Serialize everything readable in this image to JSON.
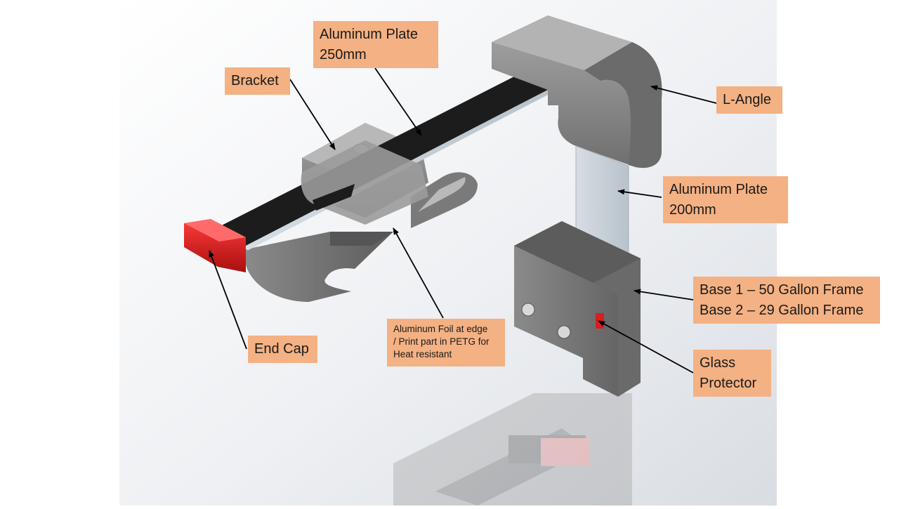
{
  "labels": {
    "aluminum_plate_250": "Aluminum Plate\n250mm",
    "bracket": "Bracket",
    "l_angle": "L-Angle",
    "aluminum_plate_200": "Aluminum Plate\n200mm",
    "base": "Base 1 – 50 Gallon Frame\nBase 2 – 29 Gallon Frame",
    "glass_protector": "Glass\nProtector",
    "end_cap": "End Cap",
    "aluminum_foil_note": "Aluminum  Foil at edge\n/ Print part in PETG for\nHeat resistant"
  },
  "colors": {
    "label_fill": "#f4b183",
    "part_gray": "#8c8c8c",
    "end_cap_red": "#d81e1e",
    "plate_black": "#1c1c1c",
    "plate_silver": "#cfd6dc"
  }
}
